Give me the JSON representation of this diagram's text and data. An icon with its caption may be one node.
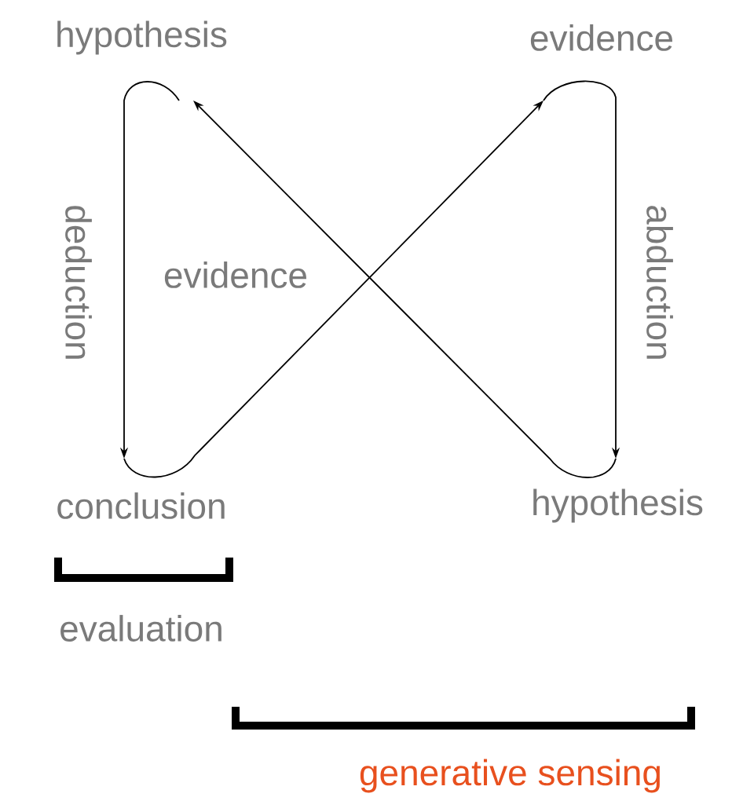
{
  "diagram": {
    "nodes": [
      {
        "text": [
          "hypothesis"
        ]
      },
      {
        "text": [
          "evidence"
        ]
      },
      {
        "text": [
          "conclusion"
        ]
      },
      {
        "text": [
          "hypothesis"
        ]
      }
    ],
    "edges": [
      {
        "from": 0,
        "to": 2,
        "arrow": "to",
        "label": "deduction"
      },
      {
        "from": 2,
        "to": 1,
        "arrow": "to"
      },
      {
        "from": 1,
        "to": 3,
        "arrow": "to",
        "label": "abduction"
      },
      {
        "from": 3,
        "to": 0,
        "arrow": "to"
      }
    ],
    "labels": [
      "evidence",
      "evaluation",
      "generative sensing"
    ]
  }
}
